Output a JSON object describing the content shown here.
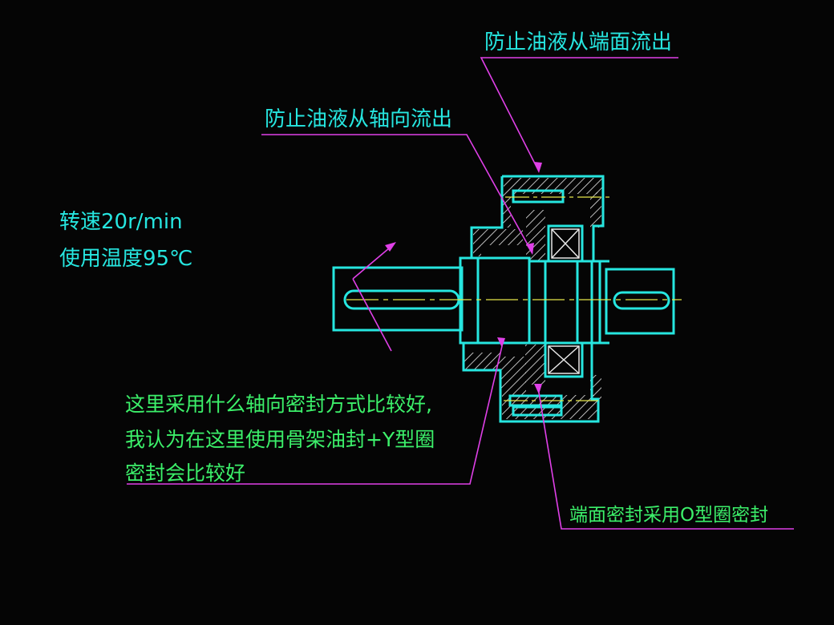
{
  "labels": {
    "face_leak": "防止油液从端面流出",
    "axial_leak": "防止油液从轴向流出",
    "speed": "转速20r/min",
    "temperature": "使用温度95℃",
    "question_line1": "这里采用什么轴向密封方式比较好,",
    "question_line2": "我认为在这里使用骨架油封+Y型圈",
    "question_line3": "密封会比较好",
    "face_seal": "端面密封采用O型圈密封"
  },
  "colors": {
    "background": "#050505",
    "outline": "#26e6e0",
    "leader": "#e040e8",
    "centerline": "#e8e84a",
    "label_cyan": "#26e6e0",
    "label_green": "#3cf06a"
  }
}
